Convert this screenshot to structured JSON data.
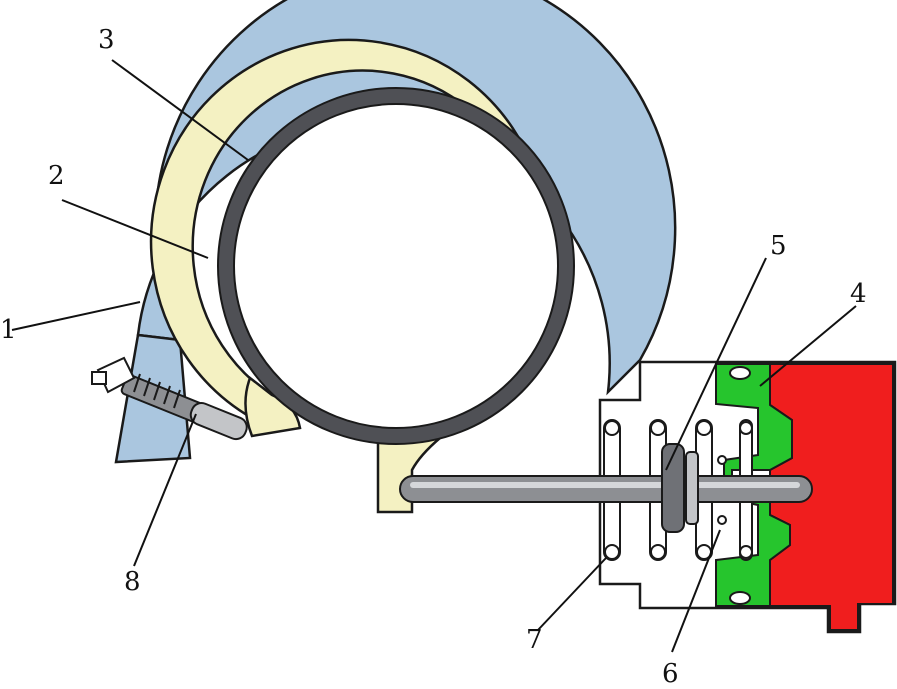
{
  "colors": {
    "outer_band": "#aac6df",
    "lining": "#f4f1c2",
    "drum": "#4f5055",
    "piston": "#26c52d",
    "cylinder": "#f01e1e",
    "housing": "#ffffff",
    "rod": "#8d8f93",
    "outline": "#1a1a1a"
  },
  "labels": [
    {
      "id": "1",
      "text": "1"
    },
    {
      "id": "2",
      "text": "2"
    },
    {
      "id": "3",
      "text": "3"
    },
    {
      "id": "4",
      "text": "4"
    },
    {
      "id": "5",
      "text": "5"
    },
    {
      "id": "6",
      "text": "6"
    },
    {
      "id": "7",
      "text": "7"
    },
    {
      "id": "8",
      "text": "8"
    }
  ]
}
